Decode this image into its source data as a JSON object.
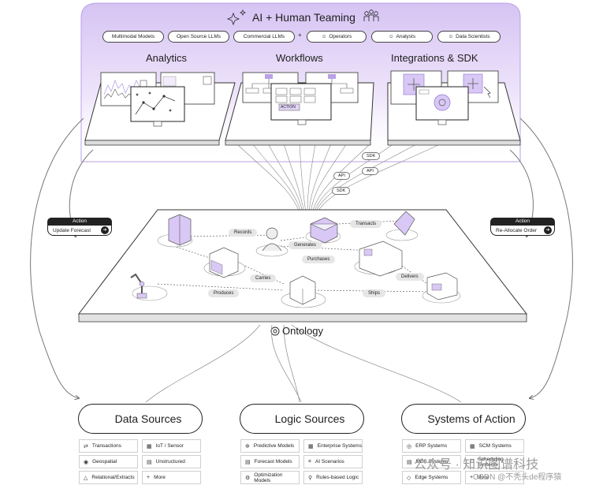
{
  "header": {
    "title": "AI + Human Teaming",
    "pills": [
      "Multimodal Models",
      "Open Source LLMs",
      "Commercial LLMs",
      "+",
      "Operators",
      "Analysts",
      "Data Scientists"
    ]
  },
  "sections": {
    "analytics": "Analytics",
    "workflows": "Workflows",
    "integrations": "Integrations & SDK"
  },
  "screen_labels": {
    "action": "ACTION"
  },
  "api_tags": [
    "SDK",
    "API",
    "API",
    "SDK"
  ],
  "actions": {
    "left": {
      "header": "Action",
      "label": "Update Forecast"
    },
    "right": {
      "header": "Action",
      "label": "Re-Allocate Order"
    }
  },
  "edges": [
    "Records",
    "Transacts",
    "Generates",
    "Purchases",
    "Carries",
    "Delivers",
    "Produces",
    "Ships"
  ],
  "ontology": "Ontology",
  "bottom": {
    "data_sources": {
      "title": "Data Sources",
      "items": [
        "Transactions",
        "IoT / Sensor",
        "Geospatial",
        "Unstructured",
        "Relational/Extracts",
        "More"
      ]
    },
    "logic_sources": {
      "title": "Logic Sources",
      "items": [
        "Predictive Models",
        "Enterprise Systems",
        "Forecast Models",
        "AI Scenarios",
        "Optimization Models",
        "Rules-based Logic"
      ]
    },
    "systems_of_action": {
      "title": "Systems of Action",
      "items": [
        "ERP Systems",
        "SCM Systems",
        "MES Systems",
        "Scheduling Systems",
        "Edge Systems",
        "More"
      ]
    }
  },
  "watermark": {
    "line1": "公众号 · 知识图谱科技",
    "line2": "CSDN @不秃头de程序猿"
  },
  "colors": {
    "accent": "#b9a1e6",
    "header_bg_top": "#d9c8f5",
    "ink": "#1e1e1e"
  }
}
